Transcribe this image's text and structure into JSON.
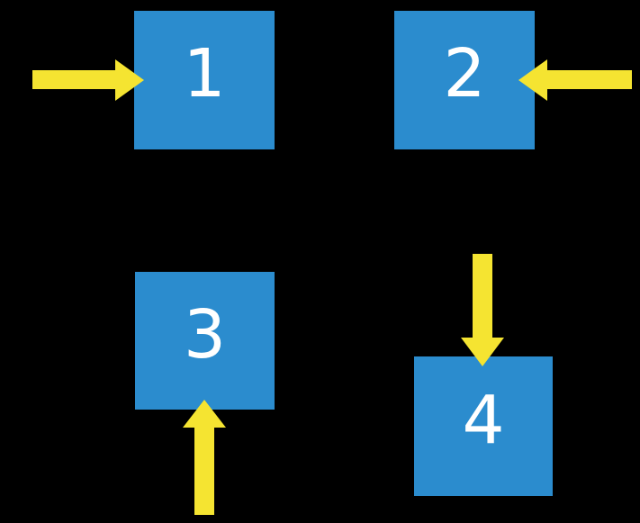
{
  "colors": {
    "background": "#000000",
    "square_fill": "#2B8CCE",
    "square_text": "#FFFFFF",
    "arrow": "#F5E431"
  },
  "squares": [
    {
      "label": "1",
      "arrow_direction": "right"
    },
    {
      "label": "2",
      "arrow_direction": "left"
    },
    {
      "label": "3",
      "arrow_direction": "up"
    },
    {
      "label": "4",
      "arrow_direction": "down"
    }
  ]
}
